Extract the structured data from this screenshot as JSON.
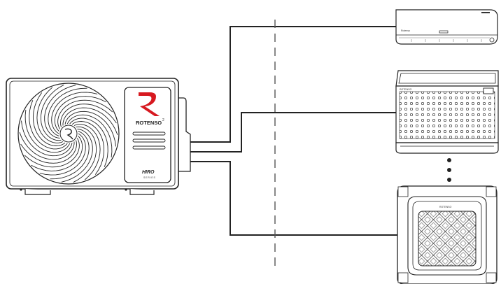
{
  "outdoor_unit": {
    "brand": "ROTENSO",
    "brand_superscript": "2",
    "series_name": "HIRO",
    "series_word": "SERIES",
    "brand_mark": "rotenso-r-logo"
  },
  "indoor_units": {
    "wall": {
      "brand": "Rotenso"
    },
    "console": {
      "brand": "ROTENSO"
    },
    "cassette": {
      "brand": "ROTENSO"
    }
  },
  "colors": {
    "line": "#222222",
    "brand_red": "#d71920",
    "panel": "#ffffff"
  }
}
